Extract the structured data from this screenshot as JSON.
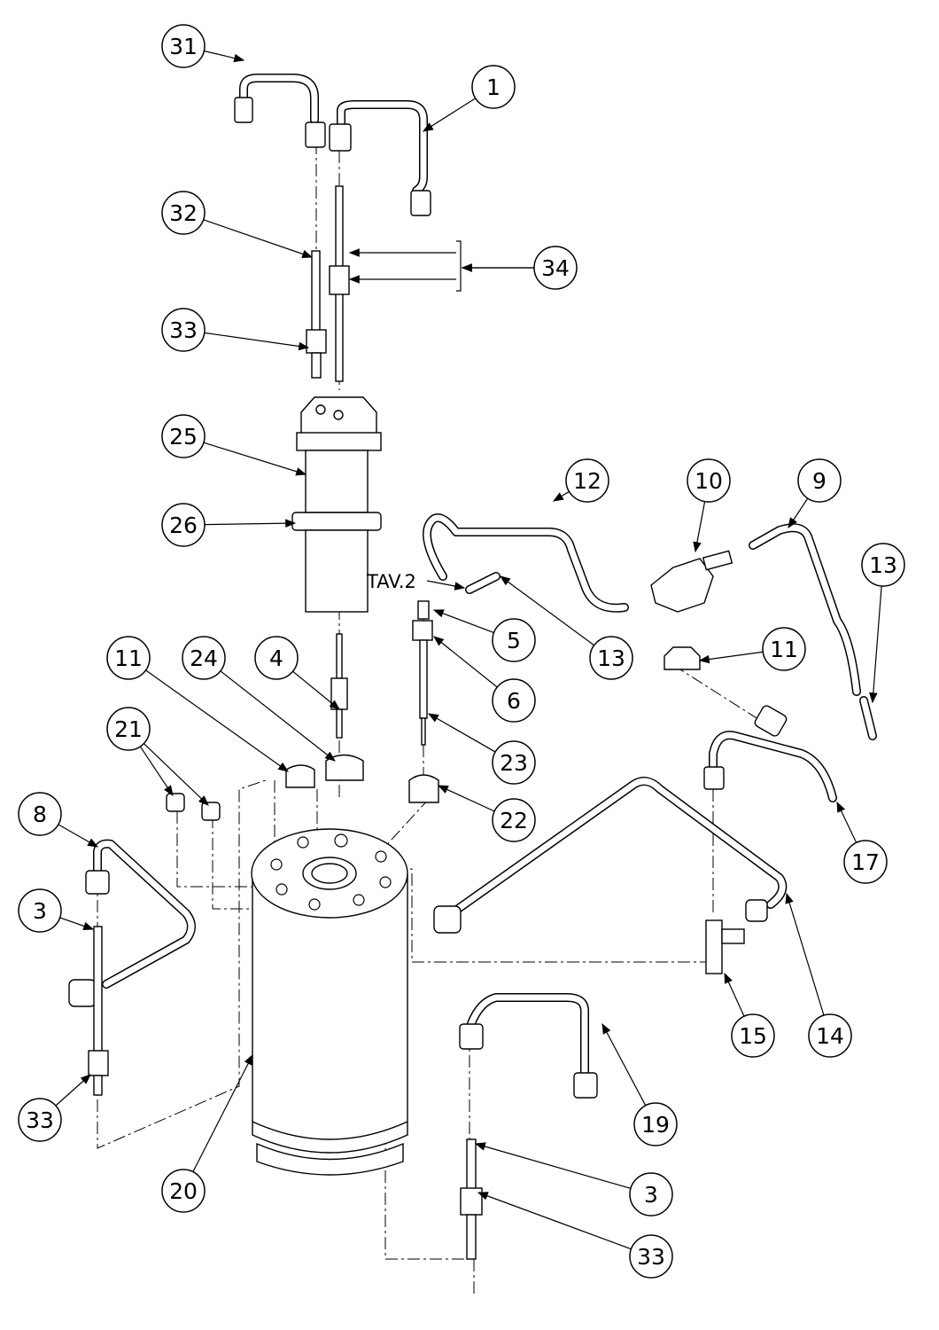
{
  "diagram": {
    "reference_label": "TAV.2",
    "callouts": [
      "31",
      "1",
      "32",
      "34",
      "33",
      "25",
      "26",
      "12",
      "10",
      "9",
      "13",
      "13",
      "5",
      "11",
      "6",
      "4",
      "24",
      "11",
      "21",
      "23",
      "22",
      "8",
      "17",
      "3",
      "15",
      "14",
      "33",
      "19",
      "20",
      "3",
      "33"
    ]
  }
}
